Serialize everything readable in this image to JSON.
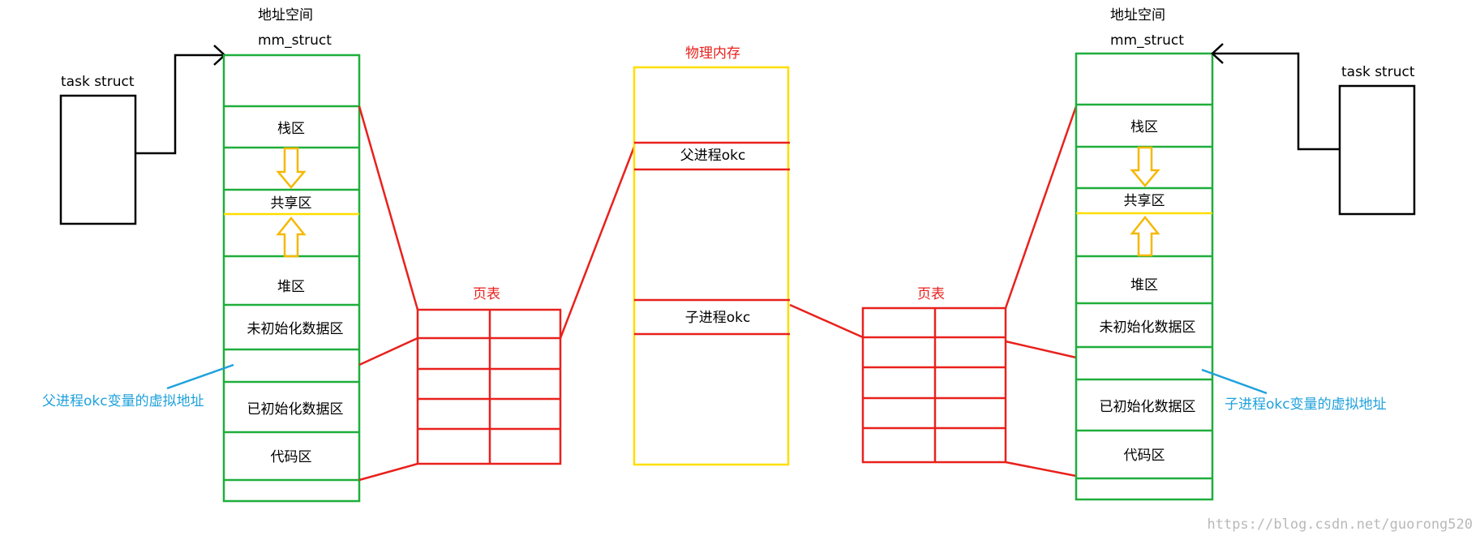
{
  "left": {
    "address_space_label": "地址空间",
    "mm_struct_label": "mm_struct",
    "task_struct_label": "task  struct",
    "segments": {
      "stack": "栈区",
      "shared": "共享区",
      "heap": "堆区",
      "bss": "未初始化数据区",
      "data": "已初始化数据区",
      "code": "代码区"
    },
    "annotation": "父进程okc变量的虚拟地址",
    "page_table_label": "页表"
  },
  "physical_memory": {
    "label": "物理内存",
    "parent_okc": "父进程okc",
    "child_okc": "子进程okc"
  },
  "right": {
    "address_space_label": "地址空间",
    "mm_struct_label": "mm_struct",
    "task_struct_label": "task  struct",
    "segments": {
      "stack": "栈区",
      "shared": "共享区",
      "heap": "堆区",
      "bss": "未初始化数据区",
      "data": "已初始化数据区",
      "code": "代码区"
    },
    "annotation": "子进程okc变量的虚拟地址",
    "page_table_label": "页表"
  },
  "watermark": "https://blog.csdn.net/guorong520",
  "colors": {
    "address_space_border": "#1fae3b",
    "page_table_border": "#e8211d",
    "physical_memory_border": "#ffde00",
    "mapping_line": "#e8211d",
    "growth_arrow": "#f5b800",
    "annotation": "#1ea1dc"
  }
}
